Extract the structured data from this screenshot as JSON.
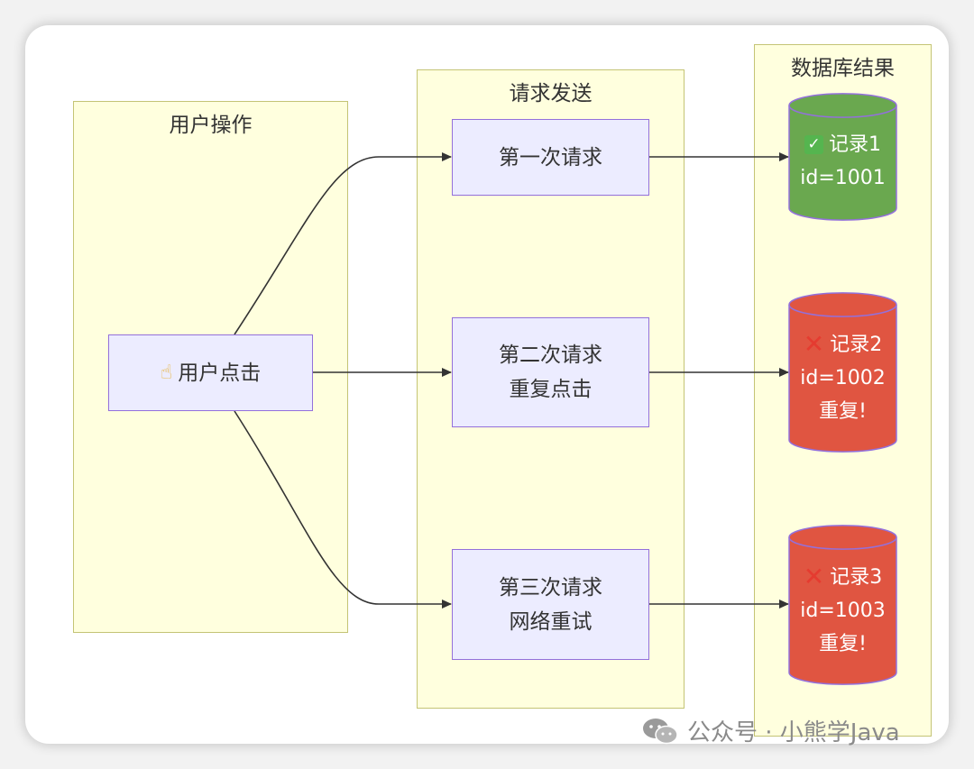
{
  "clusters": {
    "user": {
      "title": "用户操作"
    },
    "request": {
      "title": "请求发送"
    },
    "db": {
      "title": "数据库结果"
    }
  },
  "nodes": {
    "click": {
      "icon": "pointing-hand-icon",
      "label": "用户点击"
    },
    "req1": {
      "line1": "第一次请求"
    },
    "req2": {
      "line1": "第二次请求",
      "line2": "重复点击"
    },
    "req3": {
      "line1": "第三次请求",
      "line2": "网络重试"
    }
  },
  "records": [
    {
      "status": "success",
      "icon": "check-mark-icon",
      "label": "记录1",
      "id": "id=1001",
      "note": "",
      "color": "#6aa84f"
    },
    {
      "status": "duplicate",
      "icon": "cross-mark-icon",
      "label": "记录2",
      "id": "id=1002",
      "note": "重复!",
      "color": "#e05541"
    },
    {
      "status": "duplicate",
      "icon": "cross-mark-icon",
      "label": "记录3",
      "id": "id=1003",
      "note": "重复!",
      "color": "#e05541"
    }
  ],
  "watermark": {
    "text": "公众号 · 小熊学Java"
  },
  "colors": {
    "cluster_fill": "#ffffde",
    "cluster_stroke": "#c4c475",
    "node_fill": "#ececff",
    "node_stroke": "#9370db"
  }
}
